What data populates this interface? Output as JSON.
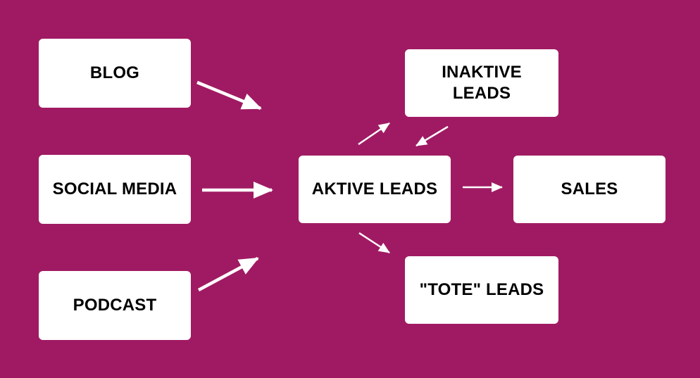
{
  "colors": {
    "background": "#a01a63",
    "box": "#ffffff",
    "text": "#000000",
    "arrow": "#ffffff"
  },
  "nodes": {
    "blog": "BLOG",
    "social_media": "SOCIAL MEDIA",
    "podcast": "PODCAST",
    "active_leads": "AKTIVE LEADS",
    "inactive_leads": "INAKTIVE\nLEADS",
    "sales": "SALES",
    "dead_leads": "\"TOTE\" LEADS"
  }
}
